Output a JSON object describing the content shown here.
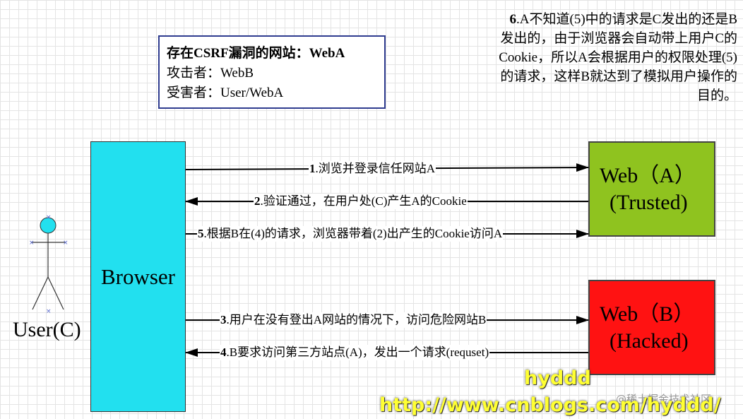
{
  "info": {
    "line1": "存在CSRF漏洞的网站：WebA",
    "line2": "攻击者：WebB",
    "line3": "受害者：User/WebA"
  },
  "note": {
    "number": "6",
    "text": ".A不知道(5)中的请求是C发出的还是B发出的，由于浏览器会自动带上用户C的Cookie，所以A会根据用户的权限处理(5)的请求，这样B就达到了模拟用户操作的目的。"
  },
  "browser": {
    "label": "Browser"
  },
  "web_a": {
    "line1": "Web（A）",
    "line2": "(Trusted)"
  },
  "web_b": {
    "line1": "Web（B）",
    "line2": "(Hacked)"
  },
  "user": {
    "label": "User(C)"
  },
  "steps": [
    {
      "num": "1",
      "text": ".浏览并登录信任网站A"
    },
    {
      "num": "2",
      "text": ".验证通过，在用户处(C)产生A的Cookie"
    },
    {
      "num": "5",
      "text": ".根据B在(4)的请求，浏览器带着(2)出产生的Cookie访问A"
    },
    {
      "num": "3",
      "text": ".用户在没有登出A网站的情况下，访问危险网站B"
    },
    {
      "num": "4",
      "text": ".B要求访问第三方站点(A)，发出一个请求(requset)"
    }
  ],
  "watermark": {
    "name": "hyddd",
    "url": "http://www.cnblogs.com/hyddd/",
    "platform": "@稀土掘金技术社区"
  },
  "colors": {
    "browser": "#22e0ef",
    "web_a": "#8fc31f",
    "web_b": "#ff1212",
    "user_head": "#22e0ef",
    "info_border": "#2f3c8f"
  }
}
